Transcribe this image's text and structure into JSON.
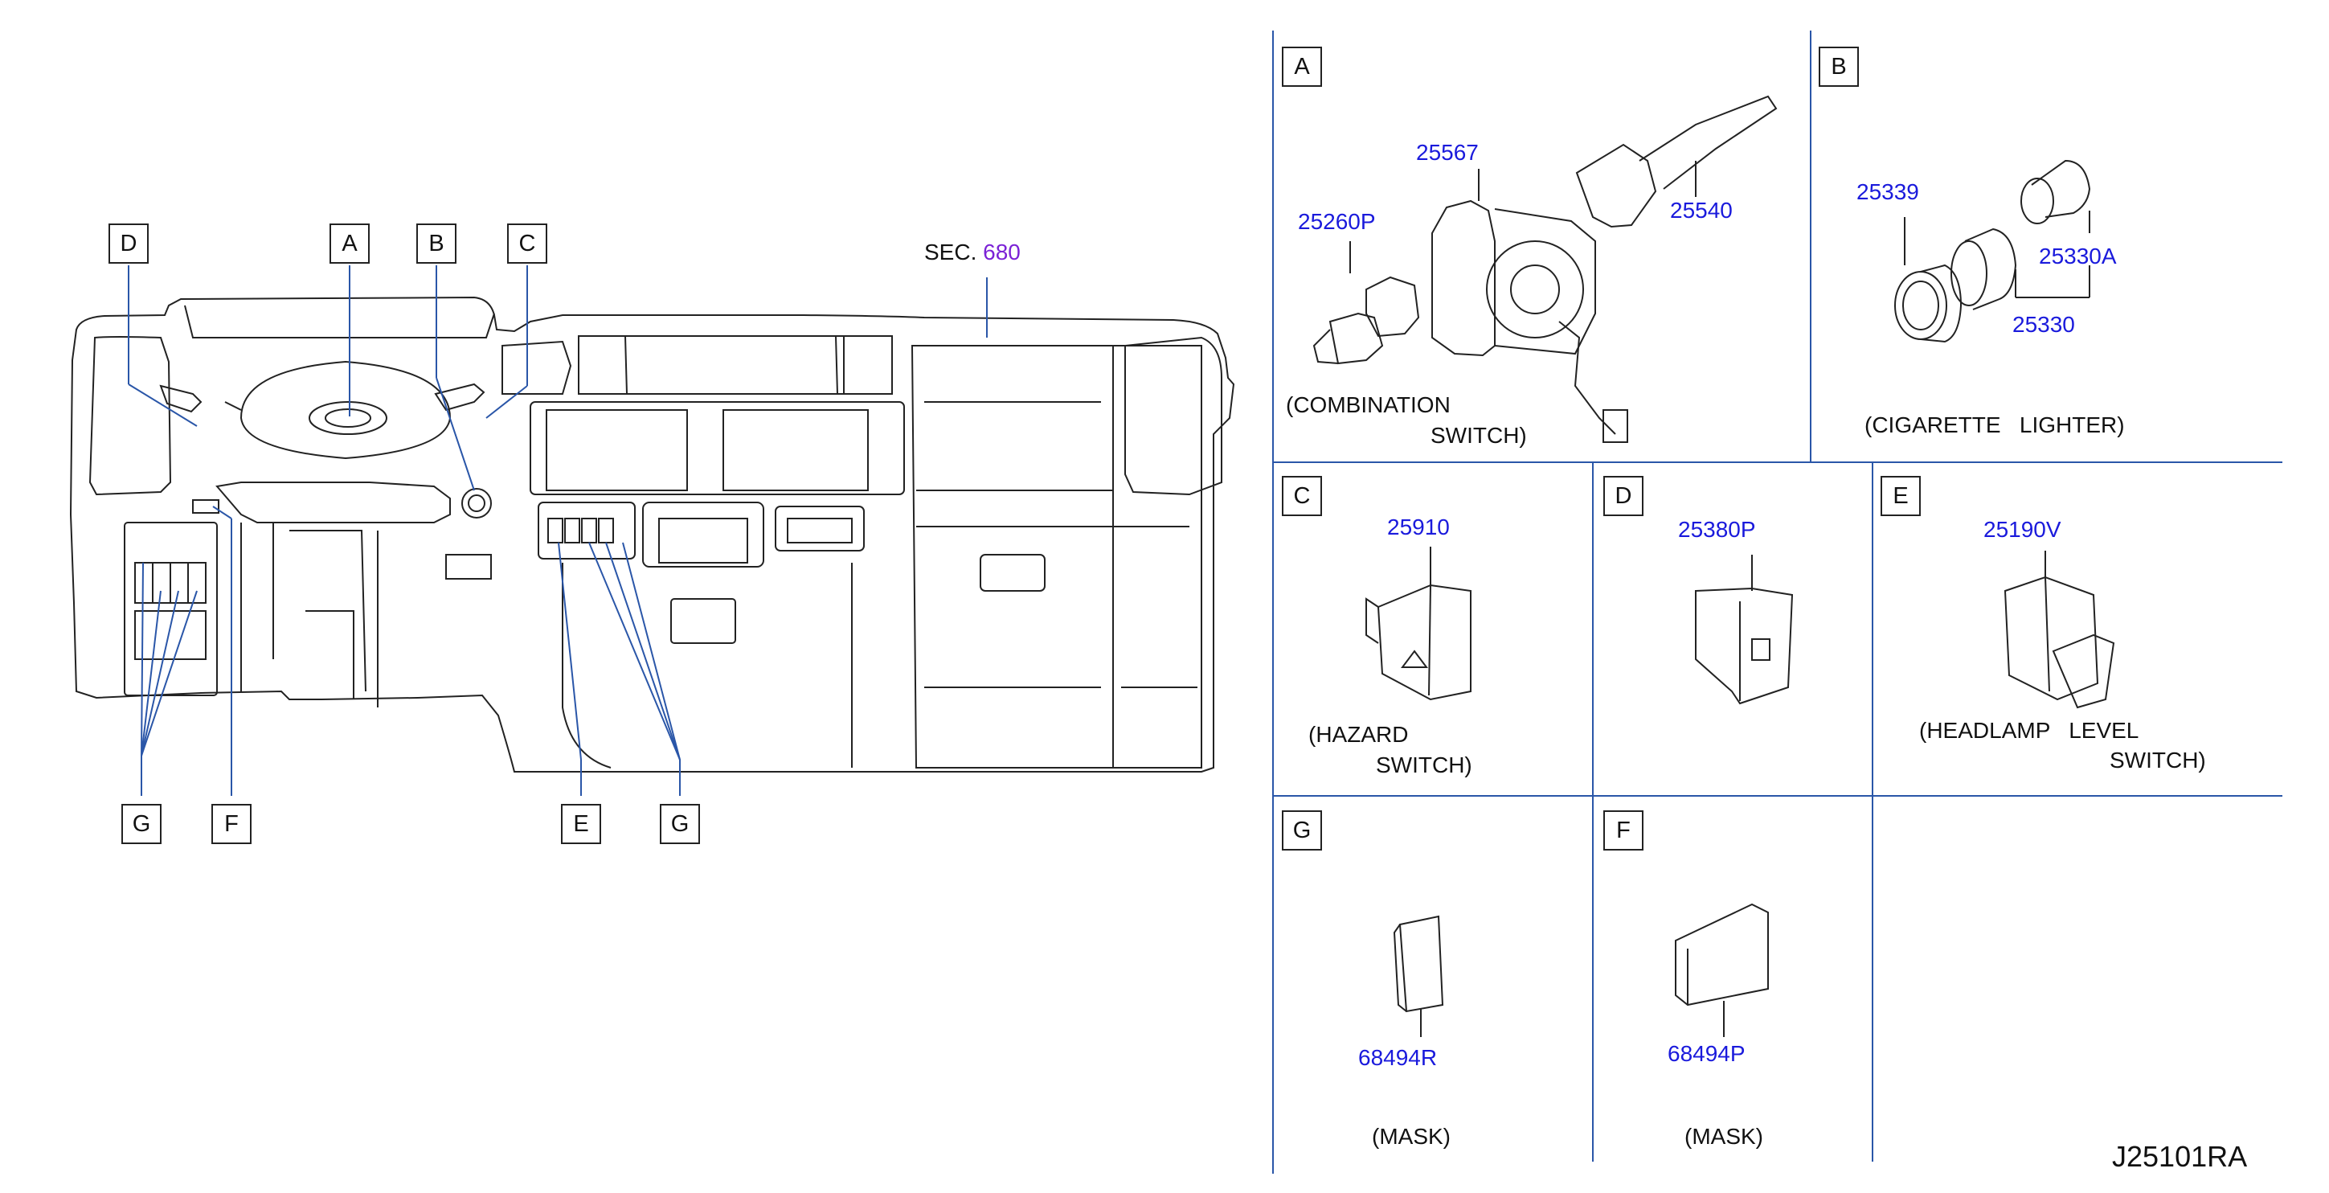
{
  "overview": {
    "callouts": [
      "A",
      "B",
      "C",
      "D",
      "E",
      "F",
      "G"
    ],
    "section_ref": {
      "prefix": "SEC.",
      "number": "680"
    }
  },
  "panels": {
    "A": {
      "letter": "A",
      "parts": [
        "25260P",
        "25567",
        "25540"
      ],
      "caption_line1": "(COMBINATION",
      "caption_line2": "SWITCH)"
    },
    "B": {
      "letter": "B",
      "parts": [
        "25339",
        "25330A",
        "25330"
      ],
      "caption": "(CIGARETTE   LIGHTER)"
    },
    "C": {
      "letter": "C",
      "part": "25910",
      "caption_line1": "(HAZARD",
      "caption_line2": "SWITCH)"
    },
    "D": {
      "letter": "D",
      "part": "25380P"
    },
    "E": {
      "letter": "E",
      "part": "25190V",
      "caption_line1": "(HEADLAMP   LEVEL",
      "caption_line2": "SWITCH)"
    },
    "G": {
      "letter": "G",
      "part": "68494R",
      "caption": "(MASK)"
    },
    "F": {
      "letter": "F",
      "part": "68494P",
      "caption": "(MASK)"
    }
  },
  "diagram_id": "J25101RA",
  "colors": {
    "line": "#222222",
    "leader": "#2a56a8",
    "part_number": "#1a1adc",
    "section_ref": "#7b22d6"
  }
}
